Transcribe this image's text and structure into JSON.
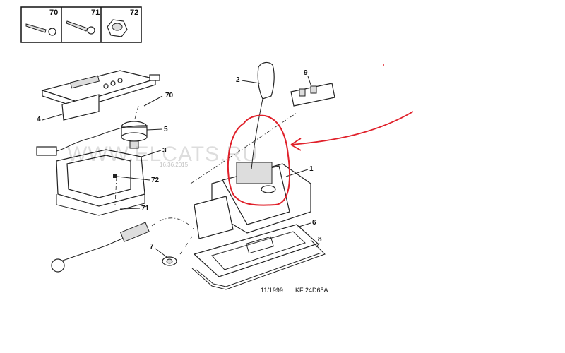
{
  "parts_box": [
    {
      "number": "70",
      "icon": "screw-icon"
    },
    {
      "number": "71",
      "icon": "bolt-icon"
    },
    {
      "number": "72",
      "icon": "nut-icon"
    }
  ],
  "callouts": {
    "knob": "2",
    "switch": "9",
    "cover": "4",
    "screw_top": "70",
    "indicator": "5",
    "bracket": "3",
    "nut": "72",
    "screw_bottom": "71",
    "housing": "1",
    "gasket": "6",
    "plate": "8",
    "grommet": "7"
  },
  "watermark": {
    "text": "WWW.ELCATS.RU",
    "date": "16.36.2015"
  },
  "footer": {
    "date": "11/1999",
    "code": "KF 24D65A"
  },
  "colors": {
    "annotation": "#e0202a"
  }
}
